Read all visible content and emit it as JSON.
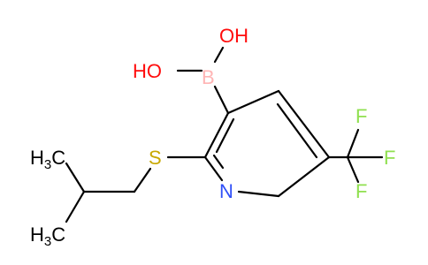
{
  "structure": {
    "atoms": {
      "oh_top": {
        "text": "OH",
        "color": "#ff0d0d"
      },
      "ho_left": {
        "text": "HO",
        "color": "#ff0d0d"
      },
      "boron": {
        "text": "B",
        "color": "#ffb5b5"
      },
      "sulfur": {
        "text": "S",
        "color": "#c8a800"
      },
      "nitrogen": {
        "text": "N",
        "color": "#3050f8"
      },
      "f_top": {
        "text": "F",
        "color": "#90e050"
      },
      "f_right": {
        "text": "F",
        "color": "#90e050"
      },
      "f_bottom": {
        "text": "F",
        "color": "#90e050"
      },
      "methyl_top": {
        "text": "H",
        "subscript": "3",
        "suffix": "C",
        "color": "#000000"
      },
      "methyl_bottom": {
        "text": "H",
        "subscript": "3",
        "suffix": "C",
        "color": "#000000"
      }
    }
  }
}
